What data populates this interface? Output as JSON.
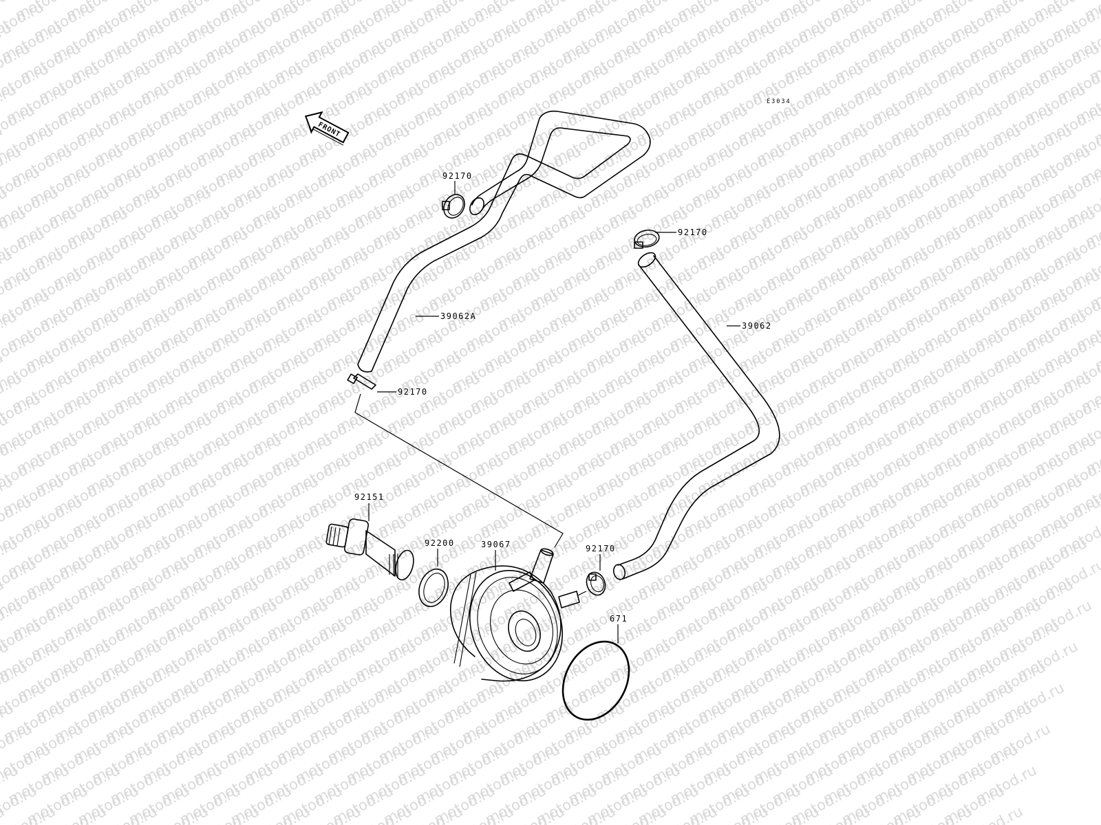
{
  "watermark": {
    "text": "motod.ru"
  },
  "diagram_code": "E3034",
  "front_arrow_label": "FRONT",
  "callouts": [
    {
      "id": "clamp_top_left",
      "text": "92170"
    },
    {
      "id": "clamp_top_right",
      "text": "92170"
    },
    {
      "id": "hose_left",
      "text": "39062A"
    },
    {
      "id": "hose_right",
      "text": "39062"
    },
    {
      "id": "clamp_left_end",
      "text": "92170"
    },
    {
      "id": "fitting",
      "text": "92151"
    },
    {
      "id": "gasket",
      "text": "92200"
    },
    {
      "id": "oil_cooler",
      "text": "39067"
    },
    {
      "id": "clamp_bottom_right",
      "text": "92170"
    },
    {
      "id": "o_ring",
      "text": "671"
    }
  ]
}
